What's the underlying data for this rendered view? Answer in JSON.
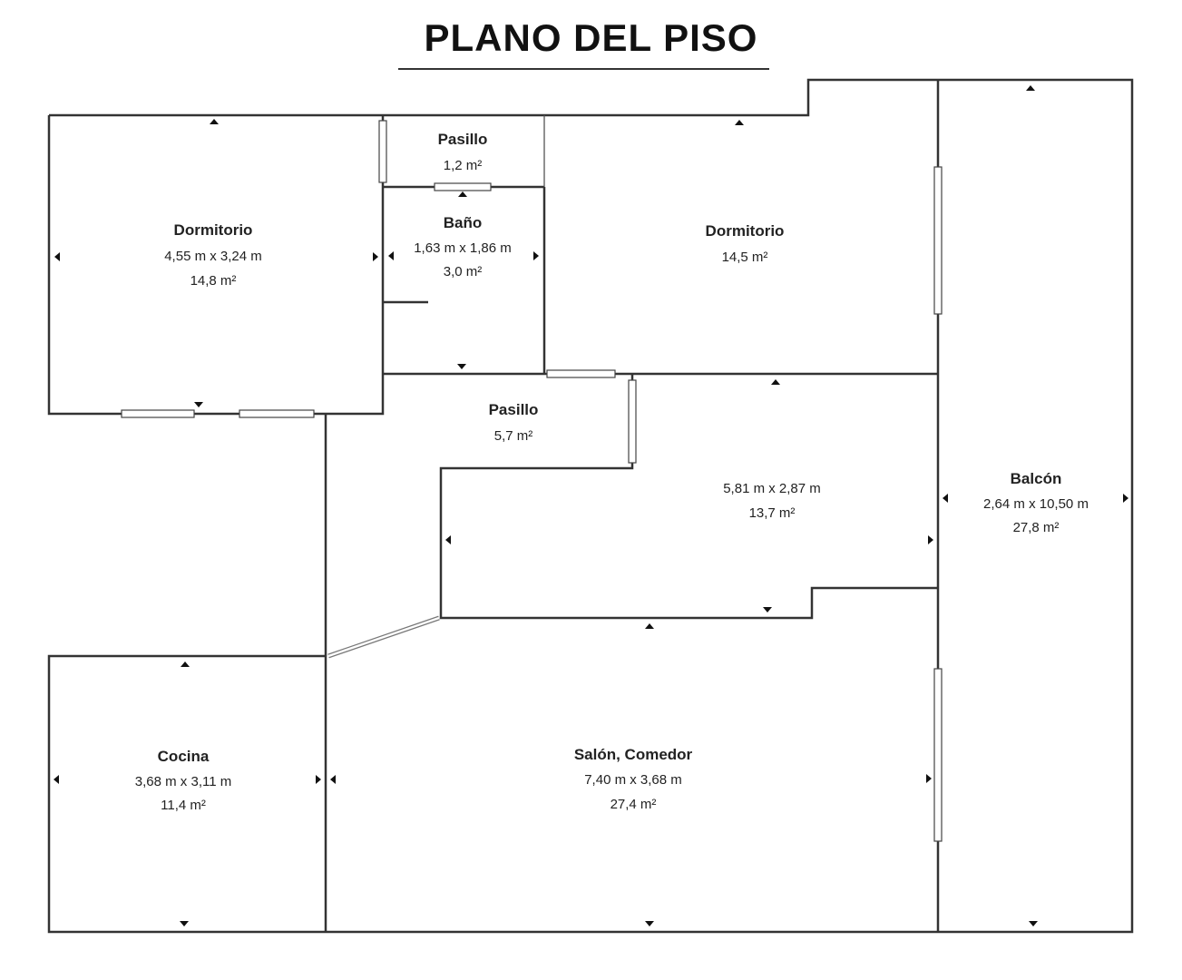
{
  "title": "PLANO DEL PISO",
  "rooms": {
    "dormitorio_left": {
      "name": "Dormitorio",
      "dims": "4,55 m x 3,24 m",
      "area": "14,8 m²"
    },
    "pasillo_top": {
      "name": "Pasillo",
      "area": "1,2 m²"
    },
    "bano": {
      "name": "Baño",
      "dims": "1,63 m x 1,86 m",
      "area": "3,0 m²"
    },
    "dormitorio_right": {
      "name": "Dormitorio",
      "area": "14,5 m²"
    },
    "pasillo_mid": {
      "name": "Pasillo",
      "area": "5,7 m²"
    },
    "room_center": {
      "dims": "5,81 m x 2,87 m",
      "area": "13,7 m²"
    },
    "balcon": {
      "name": "Balcón",
      "dims": "2,64 m x 10,50 m",
      "area": "27,8 m²"
    },
    "cocina": {
      "name": "Cocina",
      "dims": "3,68 m x 3,11 m",
      "area": "11,4 m²"
    },
    "salon": {
      "name": "Salón, Comedor",
      "dims": "7,40 m x 3,68 m",
      "area": "27,4 m²"
    }
  }
}
